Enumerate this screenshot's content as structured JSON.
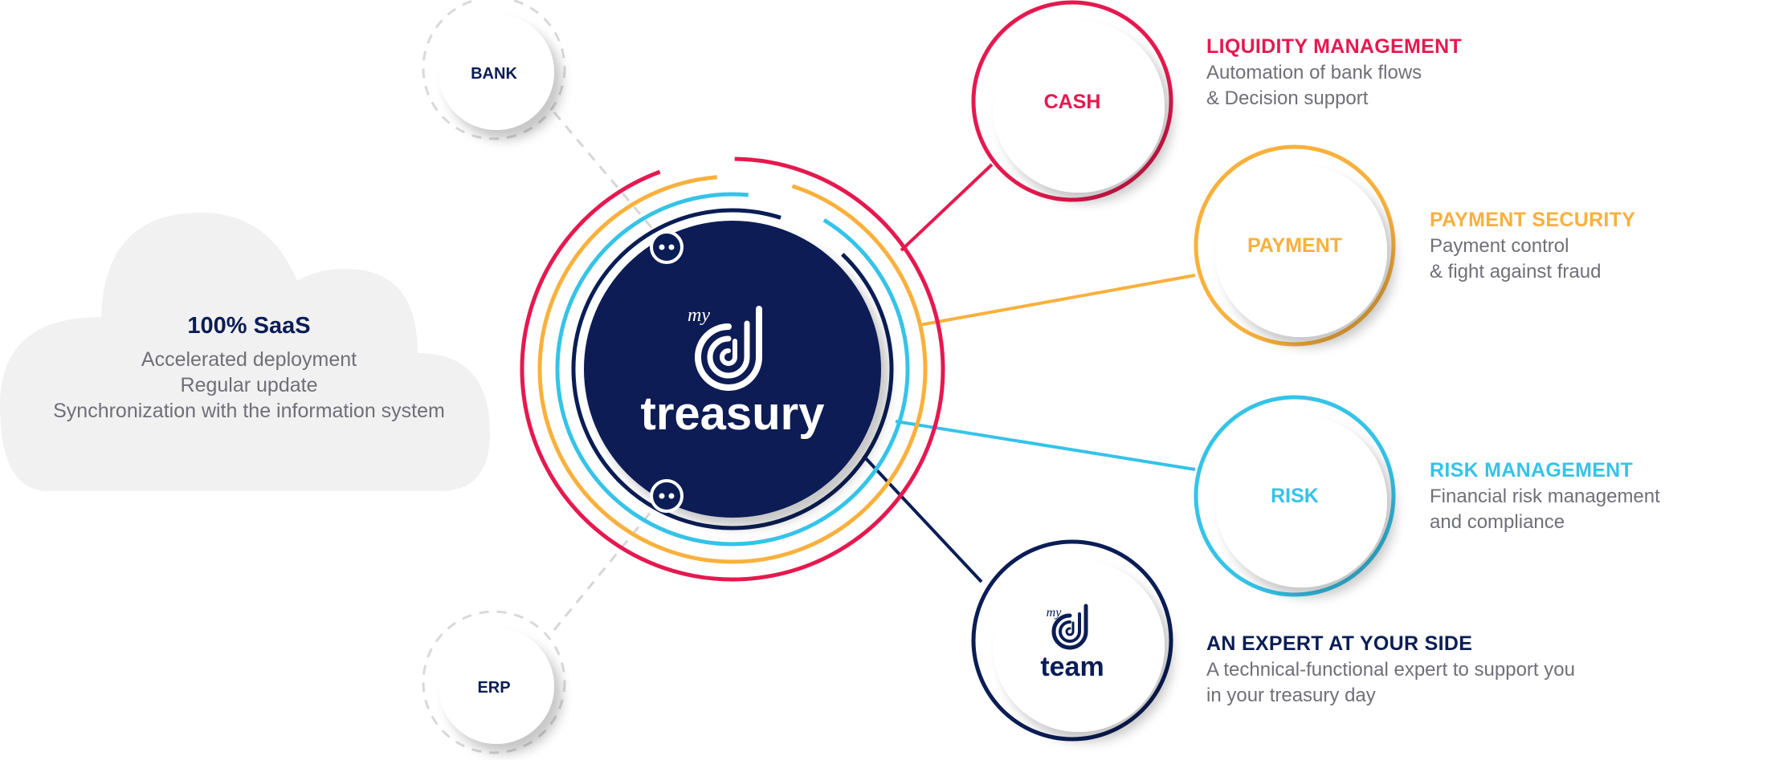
{
  "colors": {
    "navy": "#0a1d55",
    "cash": "#e5194f",
    "payment": "#f9b03c",
    "risk": "#35c3e8",
    "team": "#0a1d55",
    "grey_text": "#6f6f78",
    "cloud": "#f1f1f1"
  },
  "cloud": {
    "title": "100% SaaS",
    "lines": [
      "Accelerated deployment",
      "Regular update",
      "Synchronization with the information system"
    ]
  },
  "connectors": {
    "bank": "BANK",
    "erp": "ERP"
  },
  "hub": {
    "logo_small": "my",
    "logo_word": "treasury"
  },
  "modules": [
    {
      "label": "CASH",
      "heading": "LIQUIDITY MANAGEMENT",
      "desc": [
        "Automation of bank flows",
        "& Decision support"
      ]
    },
    {
      "label": "PAYMENT",
      "heading": "PAYMENT SECURITY",
      "desc": [
        "Payment control",
        "& fight against fraud"
      ]
    },
    {
      "label": "RISK",
      "heading": "RISK MANAGEMENT",
      "desc": [
        "Financial risk management",
        "and compliance"
      ]
    },
    {
      "label": "team",
      "label_small": "my",
      "heading": "AN EXPERT AT YOUR SIDE",
      "desc": [
        "A technical-functional expert to support you",
        "in your treasury day"
      ]
    }
  ]
}
